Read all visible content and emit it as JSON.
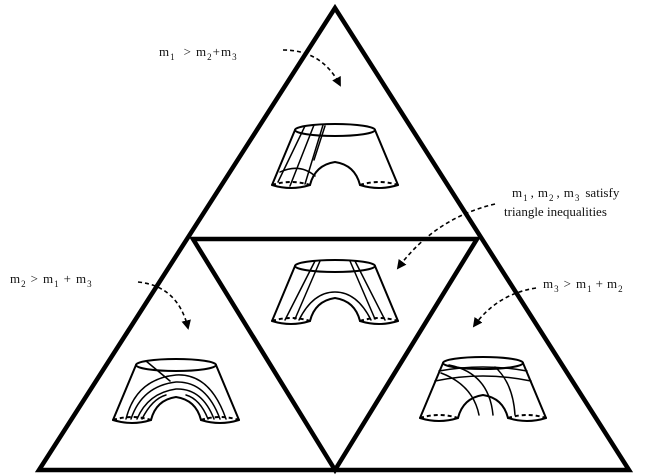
{
  "regions": {
    "top": {
      "lhs": "m",
      "lhs_sub": "1",
      "rel": ">",
      "rhs1": "m",
      "rhs1_sub": "2",
      "plus": "+",
      "rhs2": "m",
      "rhs2_sub": "3"
    },
    "left": {
      "lhs": "m",
      "lhs_sub": "2",
      "rel": ">",
      "rhs1": "m",
      "rhs1_sub": "1",
      "plus": "+",
      "rhs2": "m",
      "rhs2_sub": "3"
    },
    "right": {
      "lhs": "m",
      "lhs_sub": "3",
      "rel": ">",
      "rhs1": "m",
      "rhs1_sub": "1",
      "plus": "+",
      "rhs2": "m",
      "rhs2_sub": "2"
    },
    "center": {
      "a": "m",
      "a_sub": "1",
      "sep1": ",",
      "b": "m",
      "b_sub": "2",
      "sep2": ",",
      "c": "m",
      "c_sub": "3",
      "line1_rest": "satisfy",
      "line2": "triangle inequalities"
    }
  }
}
